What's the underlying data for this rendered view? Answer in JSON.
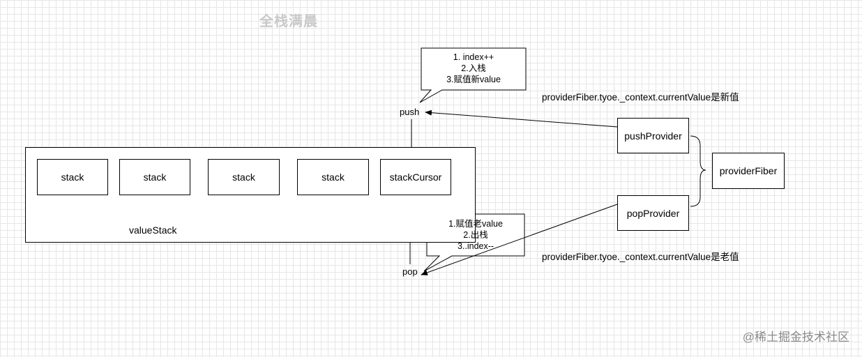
{
  "watermark_top": "全栈满晨",
  "watermark_bottom": "@稀土掘金技术社区",
  "value_stack": {
    "label": "valueStack",
    "cells": [
      "stack",
      "stack",
      "stack",
      "stack",
      "stackCursor"
    ]
  },
  "push": {
    "label": "push",
    "callout_lines": [
      "1. index++",
      "2.入栈",
      "3.赋值新value"
    ]
  },
  "pop": {
    "label": "pop",
    "callout_lines": [
      "1.赋值老value",
      "2.出栈",
      "3..index--"
    ]
  },
  "push_provider": "pushProvider",
  "pop_provider": "popProvider",
  "provider_fiber": "providerFiber",
  "note_new": "providerFiber.tyoe._context.currentValue是新值",
  "note_old": "providerFiber.tyoe._context.currentValue是老值",
  "colors": {
    "grid": "#e6e6e6",
    "stroke": "#000000",
    "watermark_top": "#c9c9c9",
    "watermark_bottom": "#8a8a8a"
  }
}
